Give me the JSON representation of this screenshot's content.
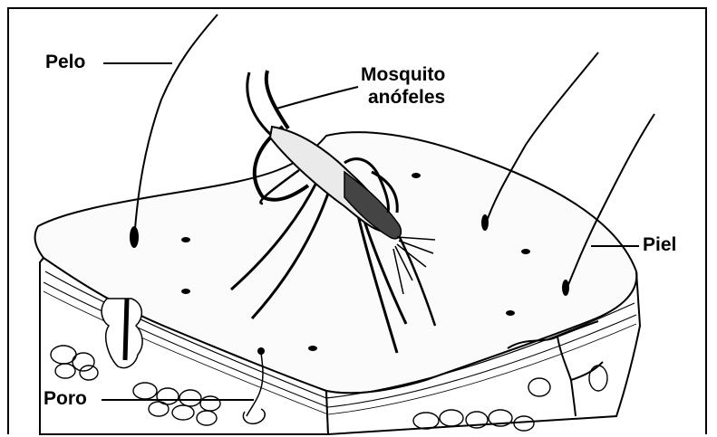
{
  "labels": {
    "pelo": "Pelo",
    "mosquito_line1": "Mosquito",
    "mosquito_line2": "anófeles",
    "piel": "Piel",
    "poro": "Poro"
  },
  "colors": {
    "ink": "#000000",
    "paper": "#ffffff",
    "skin_shade": "#f2f2f2"
  }
}
